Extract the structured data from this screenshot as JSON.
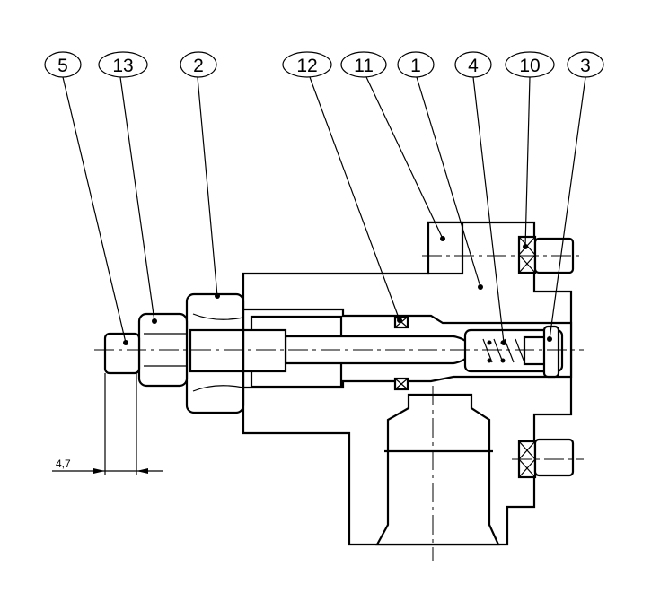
{
  "drawing": {
    "balloons": [
      {
        "label": "5"
      },
      {
        "label": "13"
      },
      {
        "label": "2"
      },
      {
        "label": "12"
      },
      {
        "label": "11"
      },
      {
        "label": "1"
      },
      {
        "label": "4"
      },
      {
        "label": "10"
      },
      {
        "label": "3"
      }
    ],
    "dimension": {
      "value": "4,7"
    }
  }
}
